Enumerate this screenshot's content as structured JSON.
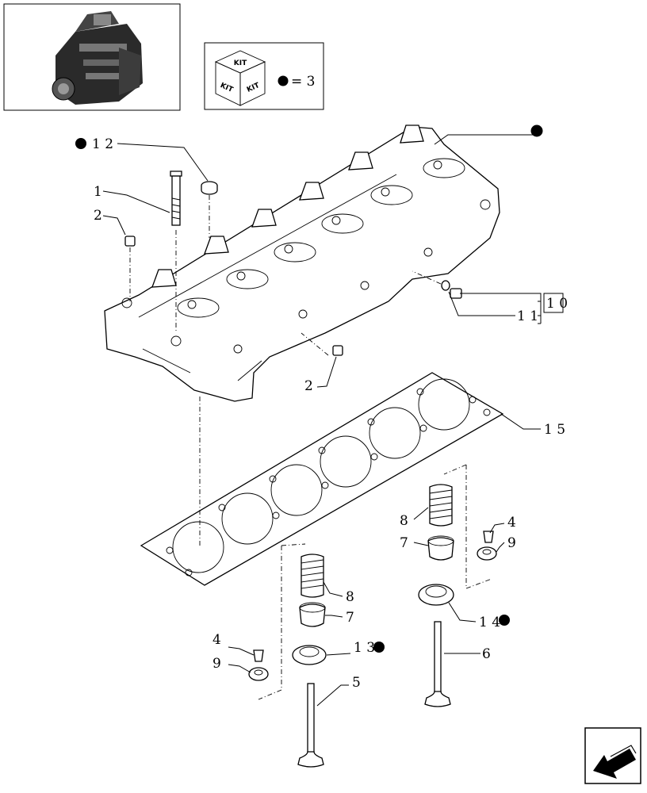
{
  "legend": {
    "kit_top": "KIT",
    "kit_left": "KIT",
    "kit_right": "KIT",
    "equals_text": "= 3"
  },
  "callouts": {
    "c12": "1 2",
    "c1": "1",
    "c2a": "2",
    "c2b": "2",
    "c11": "1 1",
    "c10": "1 0",
    "c15": "1 5",
    "c8a": "8",
    "c7a": "7",
    "c4a": "4",
    "c9a": "9",
    "c8b": "8",
    "c7b": "7",
    "c14": "1 4",
    "c6": "6",
    "c4b": "4",
    "c9b": "9",
    "c13": "1 3",
    "c5": "5"
  }
}
